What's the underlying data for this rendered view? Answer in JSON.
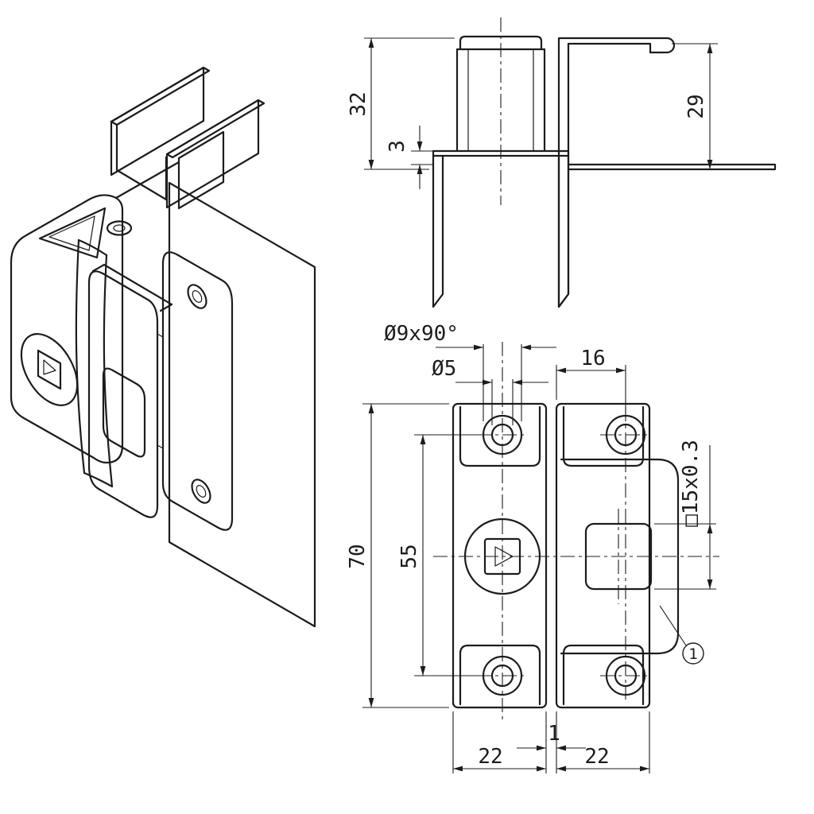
{
  "drawing": {
    "background": "#ffffff",
    "ink": "#1c1c1c",
    "views": {
      "top": {
        "dim_height_32": "32",
        "dim_offset_3": "3",
        "dim_height_29": "29"
      },
      "front": {
        "dim_countersink": "Ø9x90°",
        "dim_hole_dia": "Ø5",
        "dim_hole_offset_16": "16",
        "dim_overall_height_70": "70",
        "dim_hole_spacing_55": "55",
        "dim_square_15": "□15x0.3",
        "dim_gap_1": "1",
        "dim_width_left_22": "22",
        "dim_width_right_22": "22",
        "balloon_1": "1"
      }
    }
  }
}
